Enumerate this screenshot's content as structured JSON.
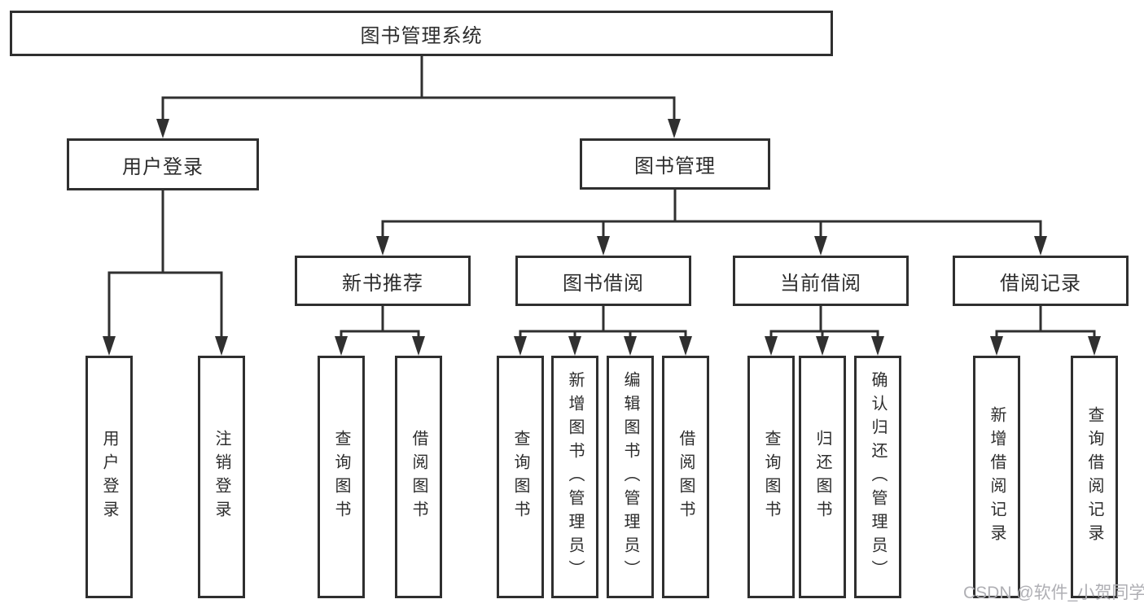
{
  "diagram_title": "图书管理系统",
  "nodes": {
    "root": "图书管理系统",
    "level2": [
      "用户登录",
      "图书管理"
    ],
    "level3": [
      "新书推荐",
      "图书借阅",
      "当前借阅",
      "借阅记录"
    ],
    "leaves": {
      "user_login": [
        "用户登录",
        "注销登录"
      ],
      "new_book": [
        "查询图书",
        "借阅图书"
      ],
      "book_borrow": [
        "查询图书",
        "新增图书（管理员）",
        "编辑图书（管理员）",
        "借阅图书"
      ],
      "current_borrow": [
        "查询图书",
        "归还图书",
        "确认归还（管理员）"
      ],
      "borrow_record": [
        "新增借阅记录",
        "查询借阅记录"
      ]
    }
  },
  "watermark": "CSDN @软件_小贺同学",
  "colors": {
    "line": "#303030",
    "box_border": "#2f2f2f",
    "text": "#2d2d2d",
    "watermark": "#afafb4",
    "background": "#ffffff"
  }
}
